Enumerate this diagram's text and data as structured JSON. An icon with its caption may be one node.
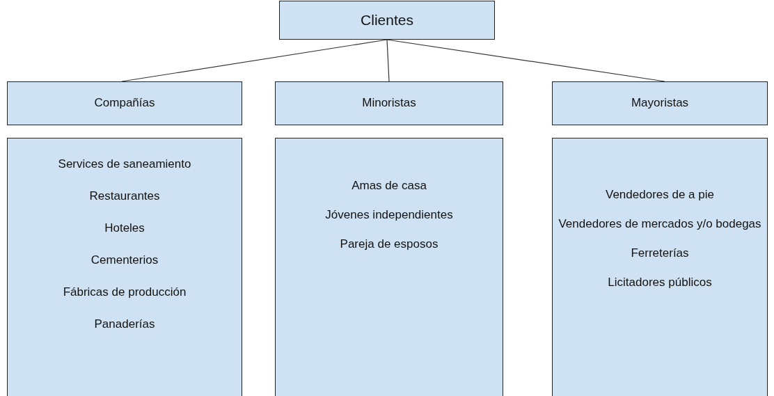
{
  "diagram": {
    "nodes": [
      {
        "text": [
          "Clientes"
        ]
      },
      {
        "text": [
          "Compañías"
        ]
      },
      {
        "text": [
          "Minoristas"
        ]
      },
      {
        "text": [
          "Mayoristas"
        ]
      },
      {
        "text": [
          "Services de saneamiento",
          "Restaurantes",
          "Hoteles",
          "Cementerios",
          "Fábricas de producción",
          "Panaderías"
        ]
      },
      {
        "text": [
          "Amas de casa",
          "Jóvenes independientes",
          "Pareja de esposos"
        ]
      },
      {
        "text": [
          "Vendedores de a pie",
          "Vendedores de mercados y/o bodegas",
          "Ferreterías",
          "Licitadores públicos"
        ]
      }
    ],
    "edges": [
      {
        "from": 0,
        "to": 1,
        "arrow": "none"
      },
      {
        "from": 0,
        "to": 2,
        "arrow": "none"
      },
      {
        "from": 0,
        "to": 3,
        "arrow": "none"
      }
    ]
  }
}
